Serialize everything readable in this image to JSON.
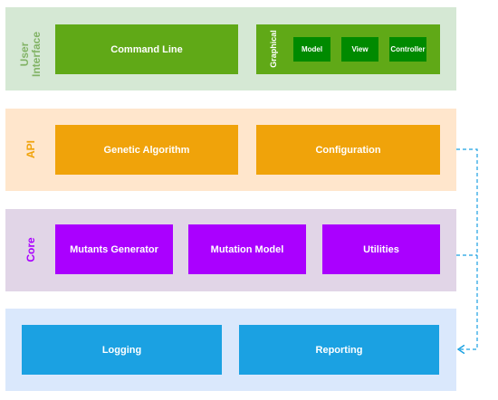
{
  "colors": {
    "ui_bg": "#d5e8d4",
    "ui_box": "#60a917",
    "ui_inner": "#008a00",
    "ui_label": "#82b366",
    "api_bg": "#ffe6cc",
    "api_box": "#f0a30a",
    "api_label": "#f0a30a",
    "core_bg": "#e1d5e7",
    "core_box": "#aa00ff",
    "core_label": "#aa00ff",
    "base_bg": "#dae8fc",
    "base_box": "#1ba1e2",
    "connector": "#1ba1e2"
  },
  "layers": {
    "user_interface": {
      "label": "User\nInterface",
      "command_line": "Command Line",
      "graphical": {
        "label": "Graphical",
        "model": "Model",
        "view": "View",
        "controller": "Controller"
      }
    },
    "api": {
      "label": "API",
      "genetic_algorithm": "Genetic Algorithm",
      "configuration": "Configuration"
    },
    "core": {
      "label": "Core",
      "mutants_generator": "Mutants Generator",
      "mutation_model": "Mutation Model",
      "utilities": "Utilities"
    },
    "base": {
      "logging": "Logging",
      "reporting": "Reporting"
    }
  }
}
